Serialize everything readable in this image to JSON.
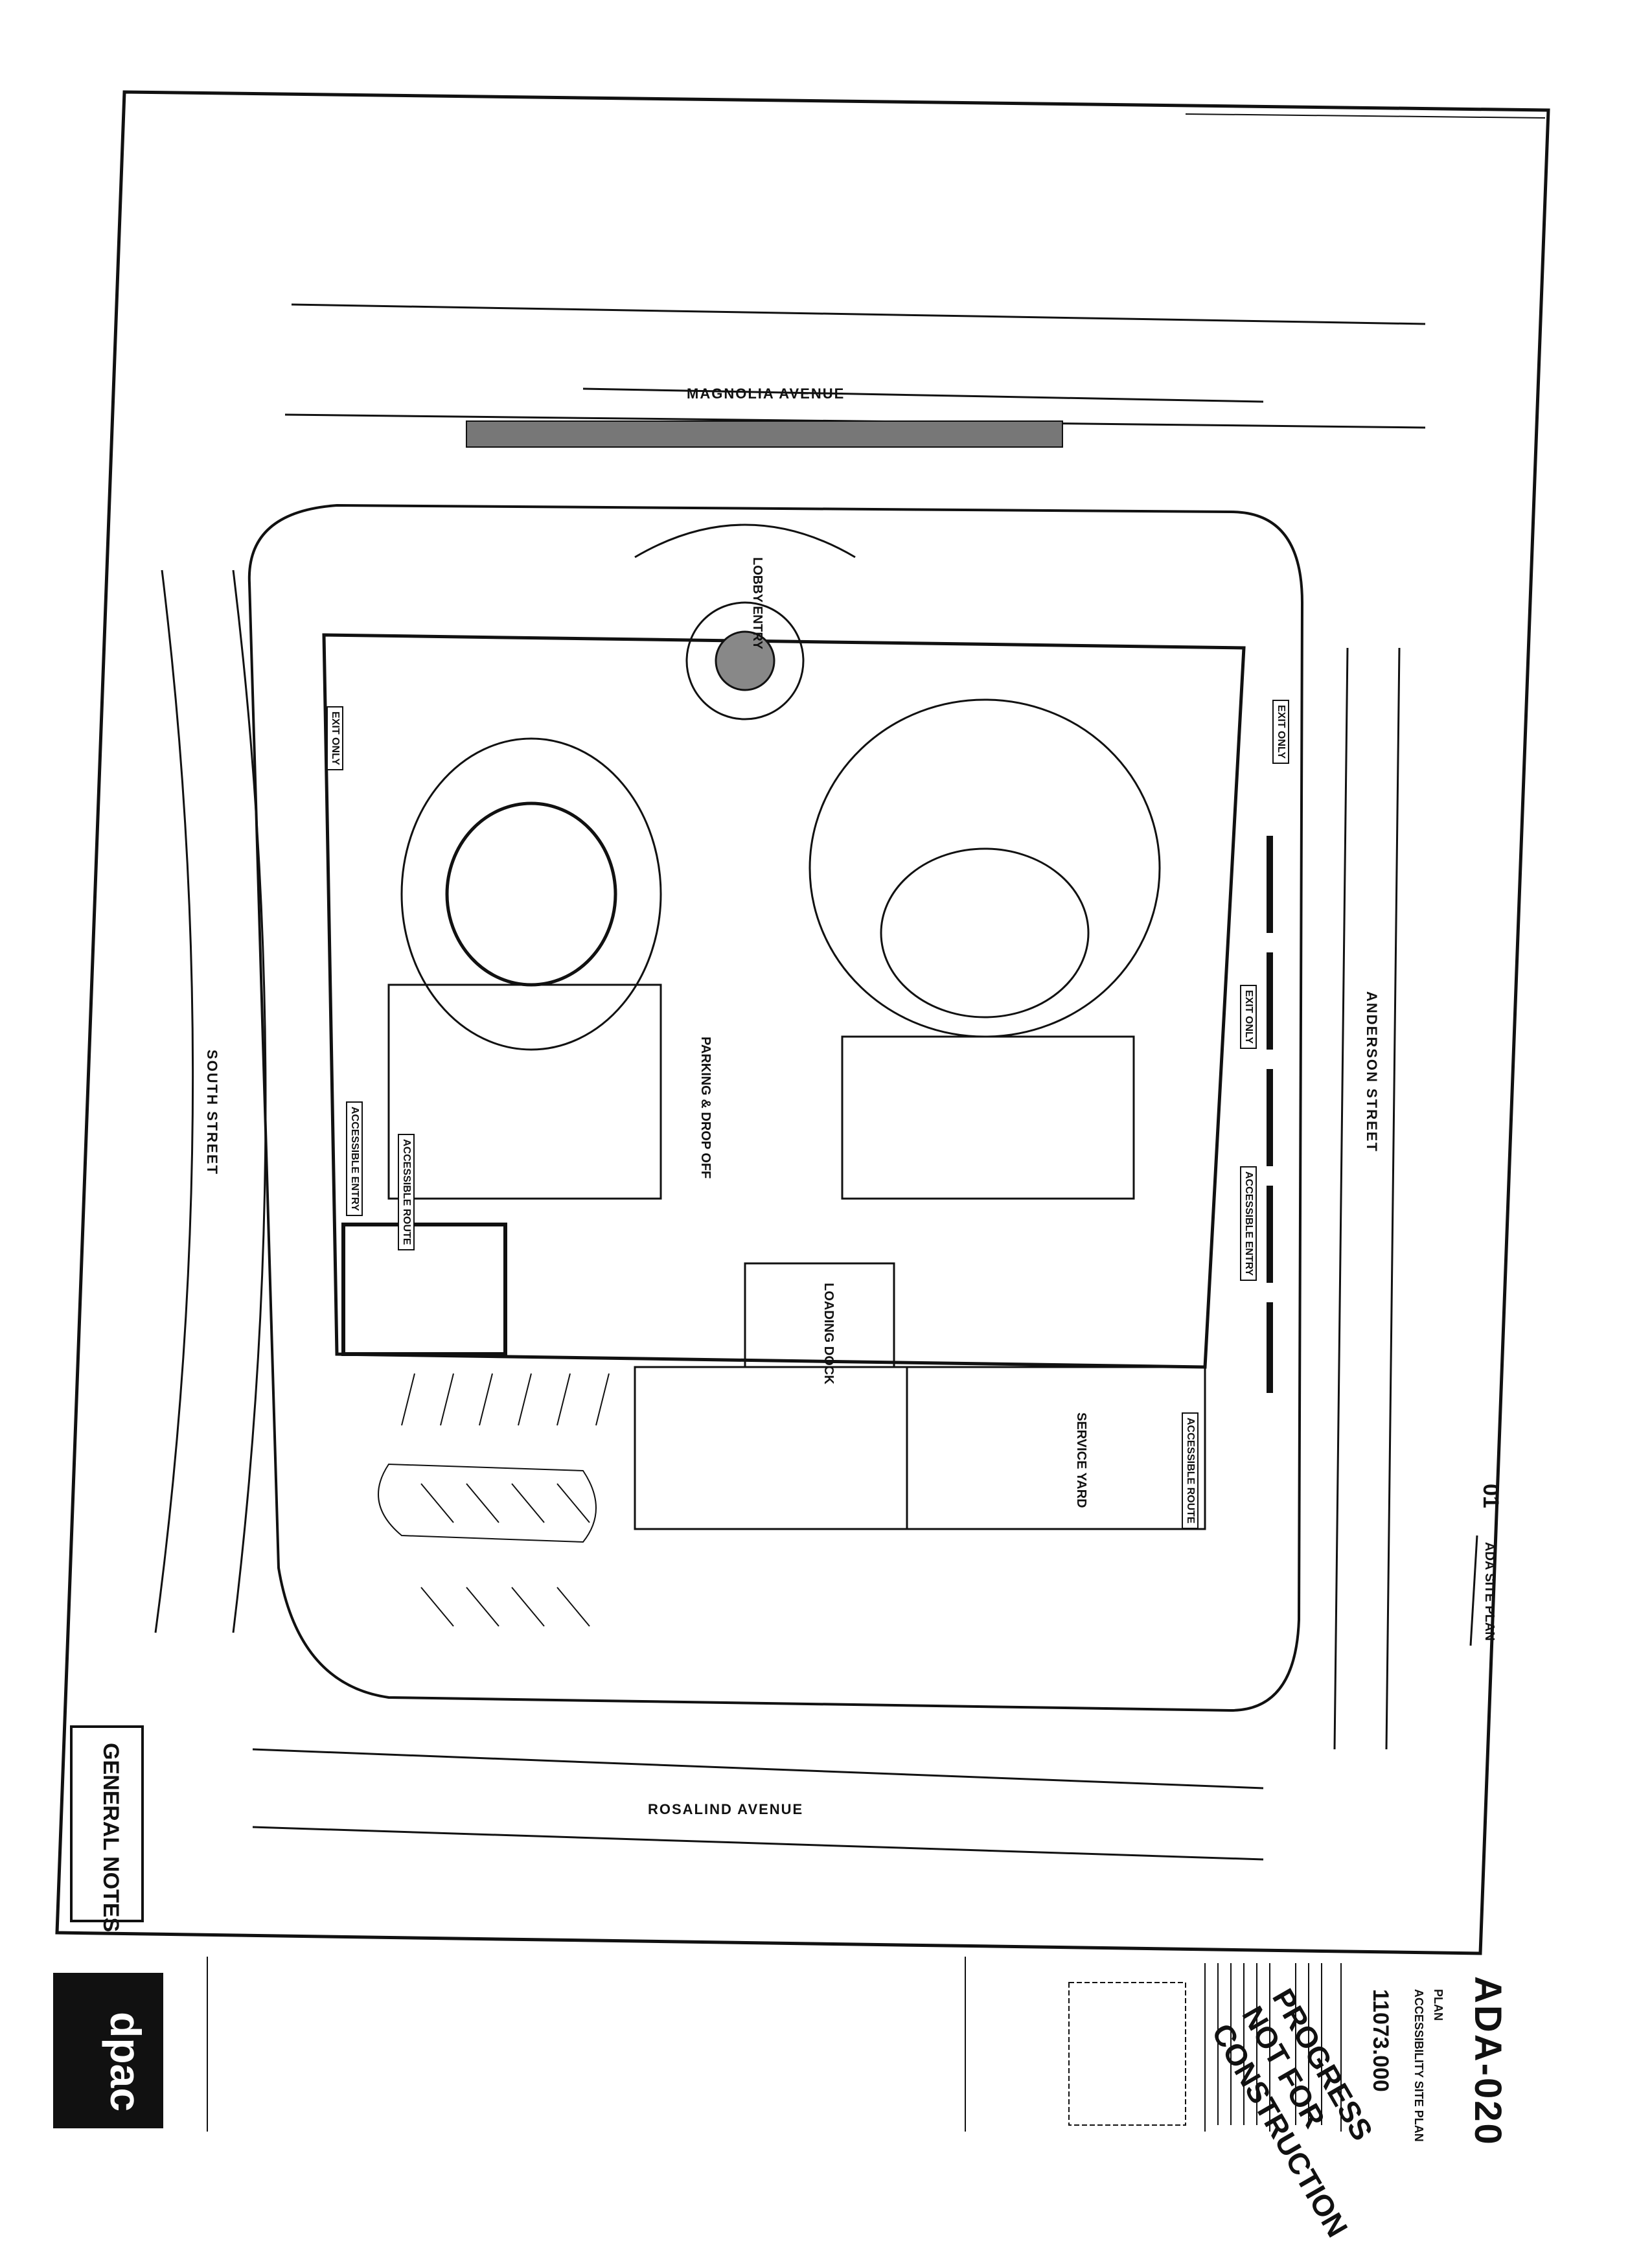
{
  "sheet": {
    "number": "ADA-020",
    "title": "ACCESSIBILITY SITE PLAN",
    "title_line2": "PLAN",
    "project_no": "11073.000",
    "stamp_lines": [
      "PROGRESS",
      "NOT FOR",
      "CONSTRUCTION"
    ],
    "logo_text": "dpac"
  },
  "drawing": {
    "number": "01",
    "title": "ADA SITE PLAN"
  },
  "general_notes": {
    "heading": "GENERAL NOTES"
  },
  "streets": {
    "north": "MAGNOLIA AVENUE",
    "west": "SOUTH STREET",
    "east": "ANDERSON STREET",
    "south": "ROSALIND AVENUE"
  },
  "spaces": {
    "lobby": "LOBBY ENTRY",
    "loading": "LOADING DOCK",
    "service": "SERVICE YARD",
    "parking": "PARKING & DROP OFF"
  },
  "tags": {
    "accessible_route": "ACCESSIBLE ROUTE",
    "accessible_entry": "ACCESSIBLE ENTRY",
    "exit_only": "EXIT ONLY"
  },
  "colors": {
    "ink": "#111111",
    "paper": "#ffffff"
  }
}
